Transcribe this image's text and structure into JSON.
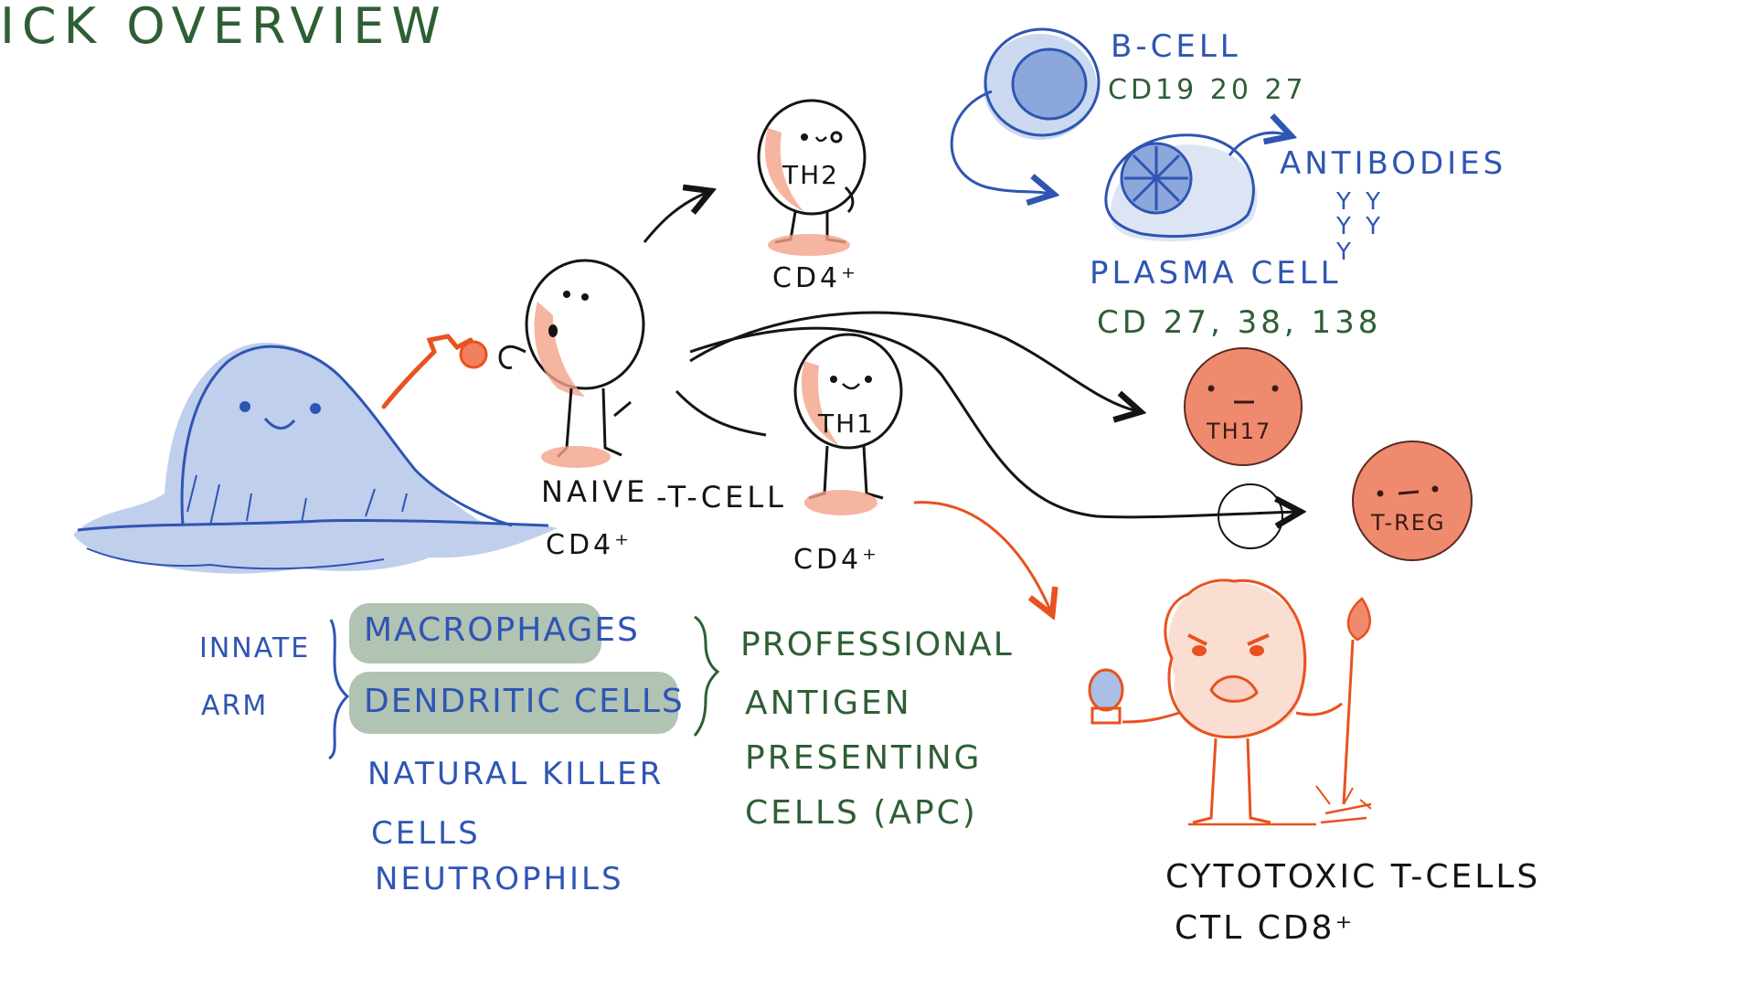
{
  "title": "ICK OVERVIEW",
  "cells": {
    "naive": {
      "line1": "NAIVE",
      "line2": "-T-CELL",
      "marker": "CD4⁺"
    },
    "th2": {
      "label": "TH2",
      "marker": "CD4⁺"
    },
    "th1": {
      "label": "TH1",
      "marker": "CD4⁺"
    },
    "th17": {
      "label": "TH17"
    },
    "treg": {
      "label": "T-REG"
    },
    "bcell": {
      "label": "B-CELL",
      "markers": "CD19 20 27"
    },
    "plasma": {
      "label": "PLASMA CELL",
      "markers": "CD 27, 38, 138"
    },
    "antibodies": {
      "label": "ANTIBODIES",
      "glyphs": "Y Y Y  Y Y"
    },
    "ctl": {
      "line1": "CYTOTOXIC T-CELLS",
      "line2": "CTL  CD8⁺"
    }
  },
  "innate": {
    "line1": "INNATE",
    "line2": "ARM",
    "items": [
      "MACROPHAGES",
      "DENDRITIC CELLS",
      "NATURAL KILLER",
      "CELLS",
      "NEUTROPHILS"
    ]
  },
  "apc": {
    "lines": [
      "PROFESSIONAL",
      "ANTIGEN",
      "PRESENTING",
      "CELLS (APC)"
    ]
  },
  "colors": {
    "green": "#2e5e35",
    "blue": "#2f55b3",
    "blue_fill": "#a9bfe6",
    "orange": "#e8521f",
    "salmon": "#f4a38a",
    "black": "#141414",
    "highlight": "#a3b8a6"
  }
}
